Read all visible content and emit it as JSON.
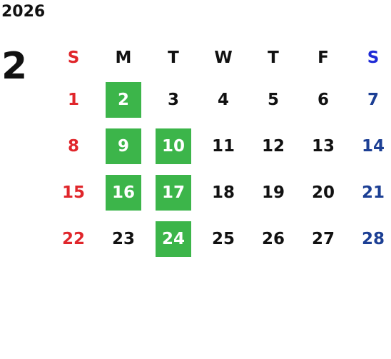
{
  "calendar": {
    "year": "2026",
    "month": "2",
    "weekdays": [
      "S",
      "M",
      "T",
      "W",
      "T",
      "F",
      "S"
    ],
    "weeks": [
      [
        "1",
        "2",
        "3",
        "4",
        "5",
        "6",
        "7"
      ],
      [
        "8",
        "9",
        "10",
        "11",
        "12",
        "13",
        "14"
      ],
      [
        "15",
        "16",
        "17",
        "18",
        "19",
        "20",
        "21"
      ],
      [
        "22",
        "23",
        "24",
        "25",
        "26",
        "27",
        "28"
      ]
    ],
    "highlighted_days": [
      "2",
      "9",
      "10",
      "16",
      "17",
      "24"
    ],
    "colors": {
      "highlight": "#3cb54a",
      "sunday": "#e0262b",
      "saturday_header": "#1f2bd6",
      "saturday": "#1c3f94",
      "text": "#111111"
    }
  }
}
